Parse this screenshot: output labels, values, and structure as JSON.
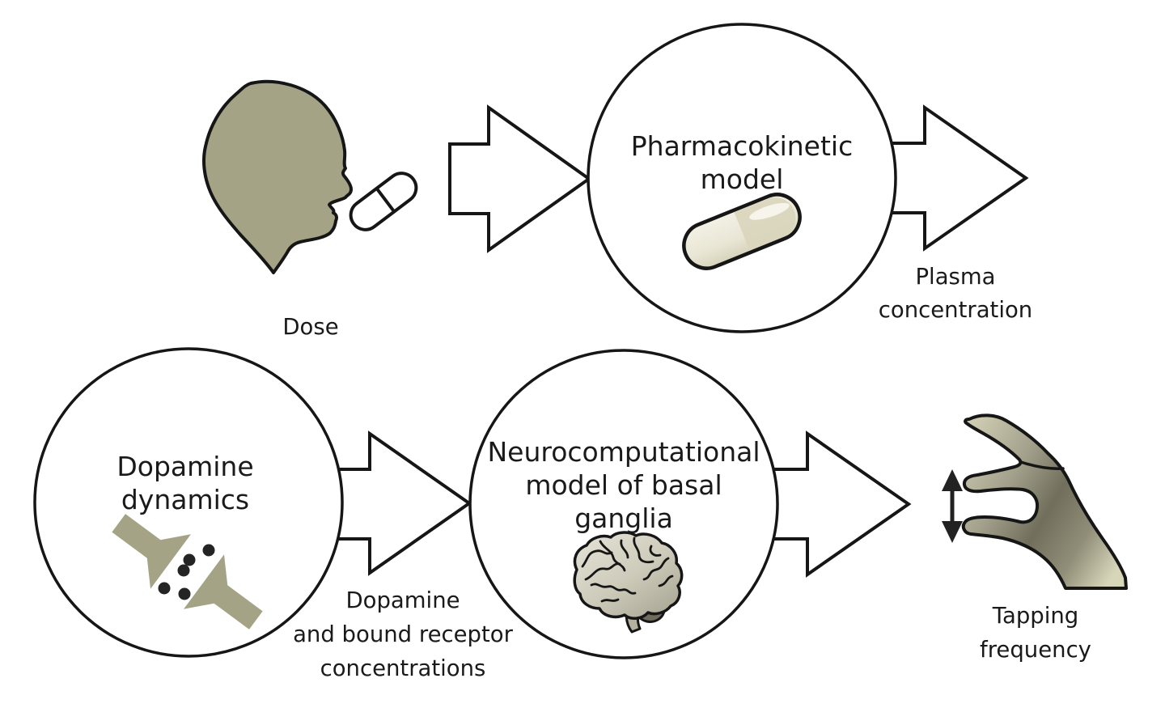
{
  "figure": {
    "background_color": "#ffffff",
    "outline_color": "#161616",
    "text_color": "#1a1a1a",
    "palette": {
      "olive": "#a5a386",
      "capsule_light": "#efecdd",
      "capsule_dark": "#d9d5bc",
      "brain_fill_light": "#e2dfd3",
      "brain_fill_dark": "#aeab99",
      "brain_cerebellum": "#6f6b5e",
      "hand_light": "#cdcbb0",
      "hand_dark": "#716f5c",
      "dot_black": "#242424"
    },
    "top_row": {
      "dose_label": "Dose",
      "pk_title_line1": "Pharmacokinetic",
      "pk_title_line2": "model",
      "plasma_line1": "Plasma",
      "plasma_line2": "concentration"
    },
    "bottom_row": {
      "dopamine_title_line1": "Dopamine",
      "dopamine_title_line2": "dynamics",
      "cleft_line1": "Dopamine",
      "cleft_line2": "and bound receptor",
      "cleft_line3": "concentrations",
      "neuro_title_line1": "Neurocomputational",
      "neuro_title_line2": "model of basal",
      "neuro_title_line3": "ganglia",
      "tapping_line1": "Tapping",
      "tapping_line2": "frequency"
    },
    "icons": {
      "head_profile": "head-profile-icon",
      "mouth_pill": "pill-icon",
      "pk_capsule": "capsule-icon",
      "synapse": "synapse-icon",
      "brain": "brain-icon",
      "tapping_hand": "tapping-hand-icon",
      "up_down_arrow": "up-down-arrow-icon",
      "flow_arrow": "block-arrow-icon"
    }
  }
}
